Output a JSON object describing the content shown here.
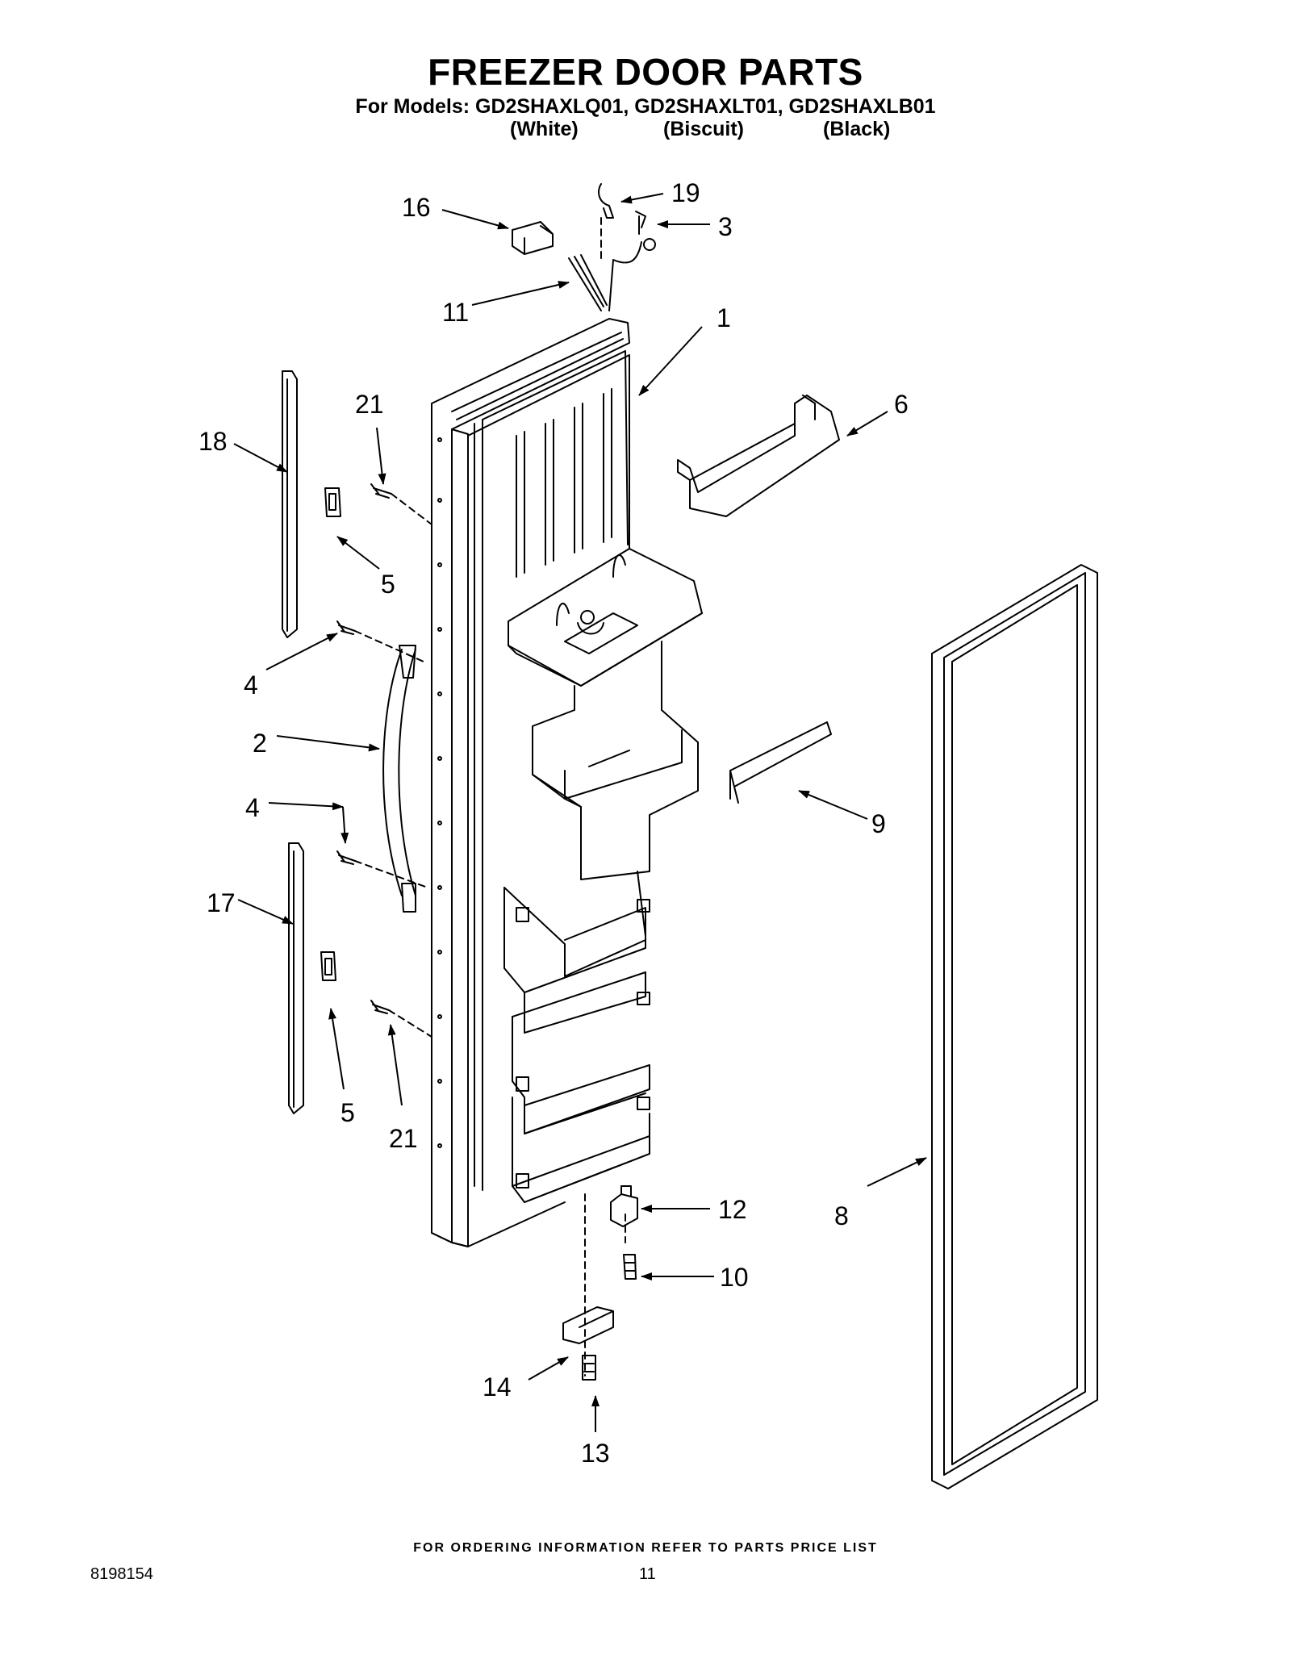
{
  "header": {
    "title": "FREEZER DOOR PARTS",
    "models_line": "For Models: GD2SHAXLQ01, GD2SHAXLT01, GD2SHAXLB01",
    "colors": [
      "(White)",
      "(Biscuit)",
      "(Black)"
    ]
  },
  "callouts": [
    "1",
    "2",
    "3",
    "4",
    "4",
    "5",
    "5",
    "6",
    "8",
    "9",
    "10",
    "11",
    "12",
    "13",
    "14",
    "16",
    "17",
    "18",
    "19",
    "21",
    "21"
  ],
  "footer": {
    "ordering_note": "FOR ORDERING INFORMATION REFER TO PARTS PRICE LIST",
    "document_number": "8198154",
    "page_number": "11"
  }
}
